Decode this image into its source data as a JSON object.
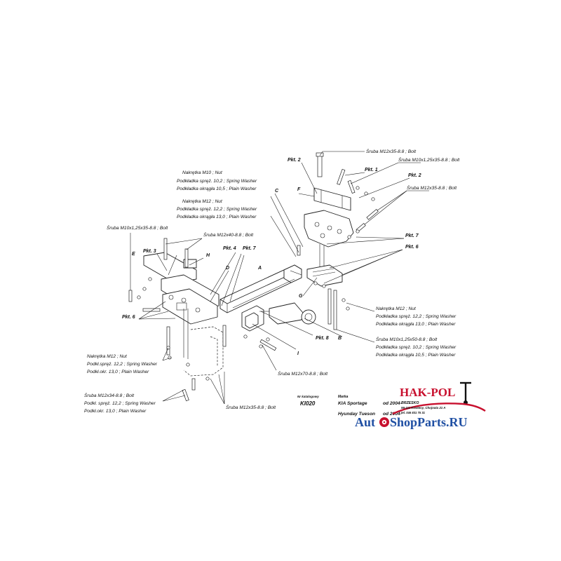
{
  "labels": {
    "bolt_m12x35_top": "Śruba M12x35-8.8 ; Bolt",
    "bolt_m10x125x35_top": "Śruba M10x1,25x35-8.8 ; Bolt",
    "bolt_m12x35_right": "Śruba M12x35-8.8 ; Bolt",
    "nut_m10": "Nakrętka  M10 ; Nut",
    "spring_10_2": "Podkładka spręż. 10,2 ; Spring Washer",
    "plain_10_5": "Podkładka okrągła 10,5 ; Plain Washer",
    "nut_m12_a": "Nakrętka  M12 ; Nut",
    "spring_12_2_a": "Podkładka spręż. 12,2 ; Spring Washer",
    "plain_13_0_a": "Podkładka okrągła 13,0 ; Plain Washer",
    "bolt_m10x125x35_left": "Śruba M10x1,25x35-8.8 ; Bolt",
    "bolt_m12x40": "Śruba M12x40-8.8 ; Bolt",
    "nut_m12_right": "Nakrętka  M12 ; Nut",
    "spring_12_2_right": "Podkładka spręż. 12,2 ; Spring Washer",
    "plain_13_0_right": "Podkładka okrągła 13,0 ; Plain Washer",
    "bolt_m10x125x50": "Śruba M10x1,25x50-8.8 ; Bolt",
    "spring_10_2_b": "Podkładka spręż. 10,2 ; Spring Washer",
    "plain_10_5_b": "Podkładka okrągła 10,5 ; Plain Washer",
    "nut_m12_left": "Nakrętka  M12 ; Nut",
    "spring_12_2_left": "Podkł.spręż. 12,2 ; Spring Washer",
    "plain_13_0_left": "Podkł.okr. 13,0 ; Plain Washer",
    "bolt_m12x70": "Śruba M12x70-8.8 ; Bolt",
    "bolt_m12x34": "Śruba M12x34-8.8 ; Bolt",
    "spring_12_2_bottom": "Podkł. spręż. 12,2 ; Spring Washer",
    "plain_13_0_bottom": "Podkł.okr. 13,0 ; Plain Washer",
    "bolt_m12x35_bottom": "Śruba M12x35-8.8 ; Bolt"
  },
  "callouts": {
    "pkt1": "Pkt. 1",
    "pkt2_top": "Pkt. 2",
    "pkt2_right": "Pkt. 2",
    "pkt3": "Pkt. 3",
    "pkt4": "Pkt. 4",
    "pkt7_left": "Pkt. 7",
    "pkt7_right": "Pkt. 7",
    "pkt6_right": "Pkt. 6",
    "pkt6_left": "Pkt. 6",
    "pkt8": "Pkt. 8"
  },
  "letters": {
    "A": "A",
    "B": "B",
    "C": "C",
    "D": "D",
    "E": "E",
    "F": "F",
    "G": "G",
    "H": "H",
    "I": "I"
  },
  "table": {
    "catalog_header": "Nr katalogowy",
    "make_header": "Marka",
    "catalog_no": "KI020",
    "rows": [
      {
        "make": "KIA Sportage",
        "from": "od 2004-"
      },
      {
        "make": "Hyunday Tueson",
        "from": "od 2004-"
      }
    ]
  },
  "brand": {
    "name": "HAK-POL",
    "address1": "BRZESKO",
    "address2": "96-111 Kowiesy, Chojnata 21 A",
    "phone": "tel. 046 831 75 31",
    "watermark_a": "Aut",
    "watermark_b": "ShopParts.RU",
    "red": "#c8102e",
    "blue": "#1f4fa3"
  }
}
